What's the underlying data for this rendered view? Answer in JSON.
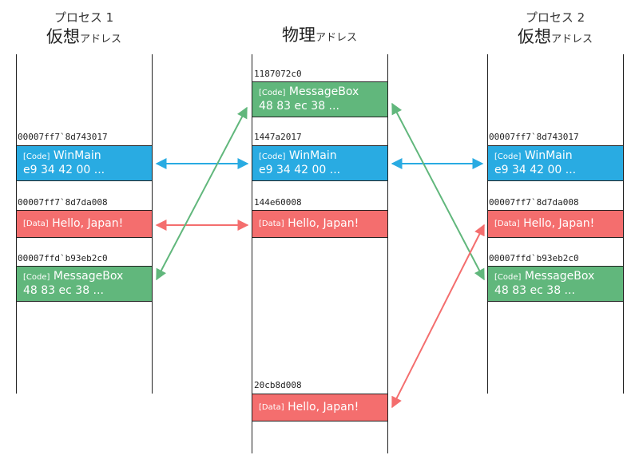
{
  "columns": {
    "proc1": {
      "line1": "プロセス 1",
      "big": "仮想",
      "sub": "アドレス"
    },
    "physical": {
      "big": "物理",
      "sub": "アドレス"
    },
    "proc2": {
      "line1": "プロセス 2",
      "big": "仮想",
      "sub": "アドレス"
    }
  },
  "proc1": {
    "winmain": {
      "addr": "00007ff7`8d743017",
      "tag": "[Code]",
      "name": "WinMain",
      "bytes": "e9 34 42 00 ..."
    },
    "data": {
      "addr": "00007ff7`8d7da008",
      "tag": "[Data]",
      "name": "Hello, Japan!"
    },
    "msgbox": {
      "addr": "00007ffd`b93eb2c0",
      "tag": "[Code]",
      "name": "MessageBox",
      "bytes": "48 83 ec 38 ..."
    }
  },
  "physical": {
    "msgbox": {
      "addr": "1187072c0",
      "tag": "[Code]",
      "name": "MessageBox",
      "bytes": "48 83 ec 38 ..."
    },
    "winmain": {
      "addr": "1447a2017",
      "tag": "[Code]",
      "name": "WinMain",
      "bytes": "e9 34 42 00 ..."
    },
    "data1": {
      "addr": "144e60008",
      "tag": "[Data]",
      "name": "Hello, Japan!"
    },
    "data2": {
      "addr": "20cb8d008",
      "tag": "[Data]",
      "name": "Hello, Japan!"
    }
  },
  "proc2": {
    "winmain": {
      "addr": "00007ff7`8d743017",
      "tag": "[Code]",
      "name": "WinMain",
      "bytes": "e9 34 42 00 ..."
    },
    "data": {
      "addr": "00007ff7`8d7da008",
      "tag": "[Data]",
      "name": "Hello, Japan!"
    },
    "msgbox": {
      "addr": "00007ffd`b93eb2c0",
      "tag": "[Code]",
      "name": "MessageBox",
      "bytes": "48 83 ec 38 ..."
    }
  },
  "colors": {
    "blue": "#29abe2",
    "green": "#61b77c",
    "red": "#f46e6e"
  }
}
